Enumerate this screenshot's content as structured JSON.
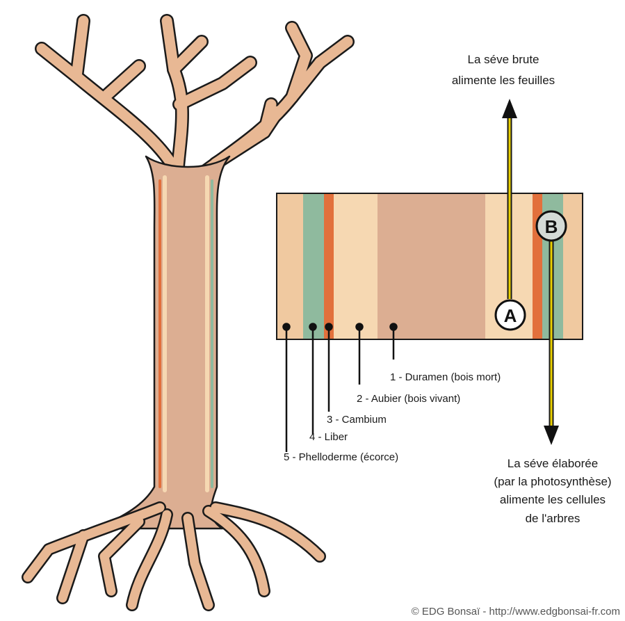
{
  "top_label": {
    "line1": "La séve brute",
    "line2": "alimente les feuilles"
  },
  "bottom_label": {
    "line1": "La séve élaborée",
    "line2": "(par la photosynthèse)",
    "line3": "alimente les cellules",
    "line4": "de l'arbres"
  },
  "markers": {
    "a": "A",
    "b": "B"
  },
  "layers": [
    {
      "label": "1 - Duramen (bois mort)"
    },
    {
      "label": "2 - Aubier (bois vivant)"
    },
    {
      "label": "3 - Cambium"
    },
    {
      "label": "4 - Liber"
    },
    {
      "label": "5 - Phelloderme (écorce)"
    }
  ],
  "credit": "© EDG Bonsaï - http://www.edgbonsai-fr.com",
  "colors": {
    "bark": "#f0c9a0",
    "liber": "#8fba9e",
    "cambium": "#e2703c",
    "sapwood": "#f6d8b2",
    "heartwood": "#dcae92",
    "trunk": "#dcae92",
    "arrow": "#e9d000",
    "outline": "#1a1a1a"
  },
  "icons": {
    "tree": "tree-illustration",
    "arrow_up": "arrow-up-icon",
    "arrow_down": "arrow-down-icon"
  }
}
